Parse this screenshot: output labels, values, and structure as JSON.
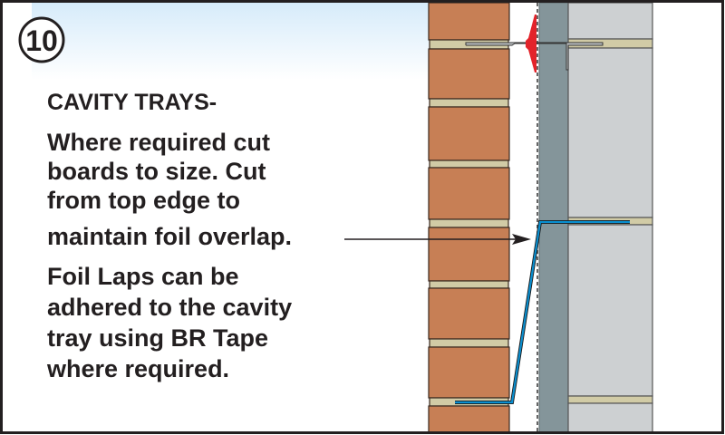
{
  "step_number": "10",
  "heading": "CAVITY TRAYS-",
  "paragraph1": [
    "Where required cut",
    "boards to size. Cut",
    "from top edge to",
    "maintain foil overlap."
  ],
  "paragraph2": [
    "Foil Laps can be",
    "adhered to the cavity",
    "tray using BR Tape",
    "where required."
  ],
  "colors": {
    "brick": "#c77f55",
    "mortar": "#d1cba6",
    "insulation": "#84959a",
    "block": "#cdd0d2",
    "cavity_tray": "#0a8fd0",
    "tie_disc": "#e3232a",
    "sky": "#d9edfa"
  }
}
